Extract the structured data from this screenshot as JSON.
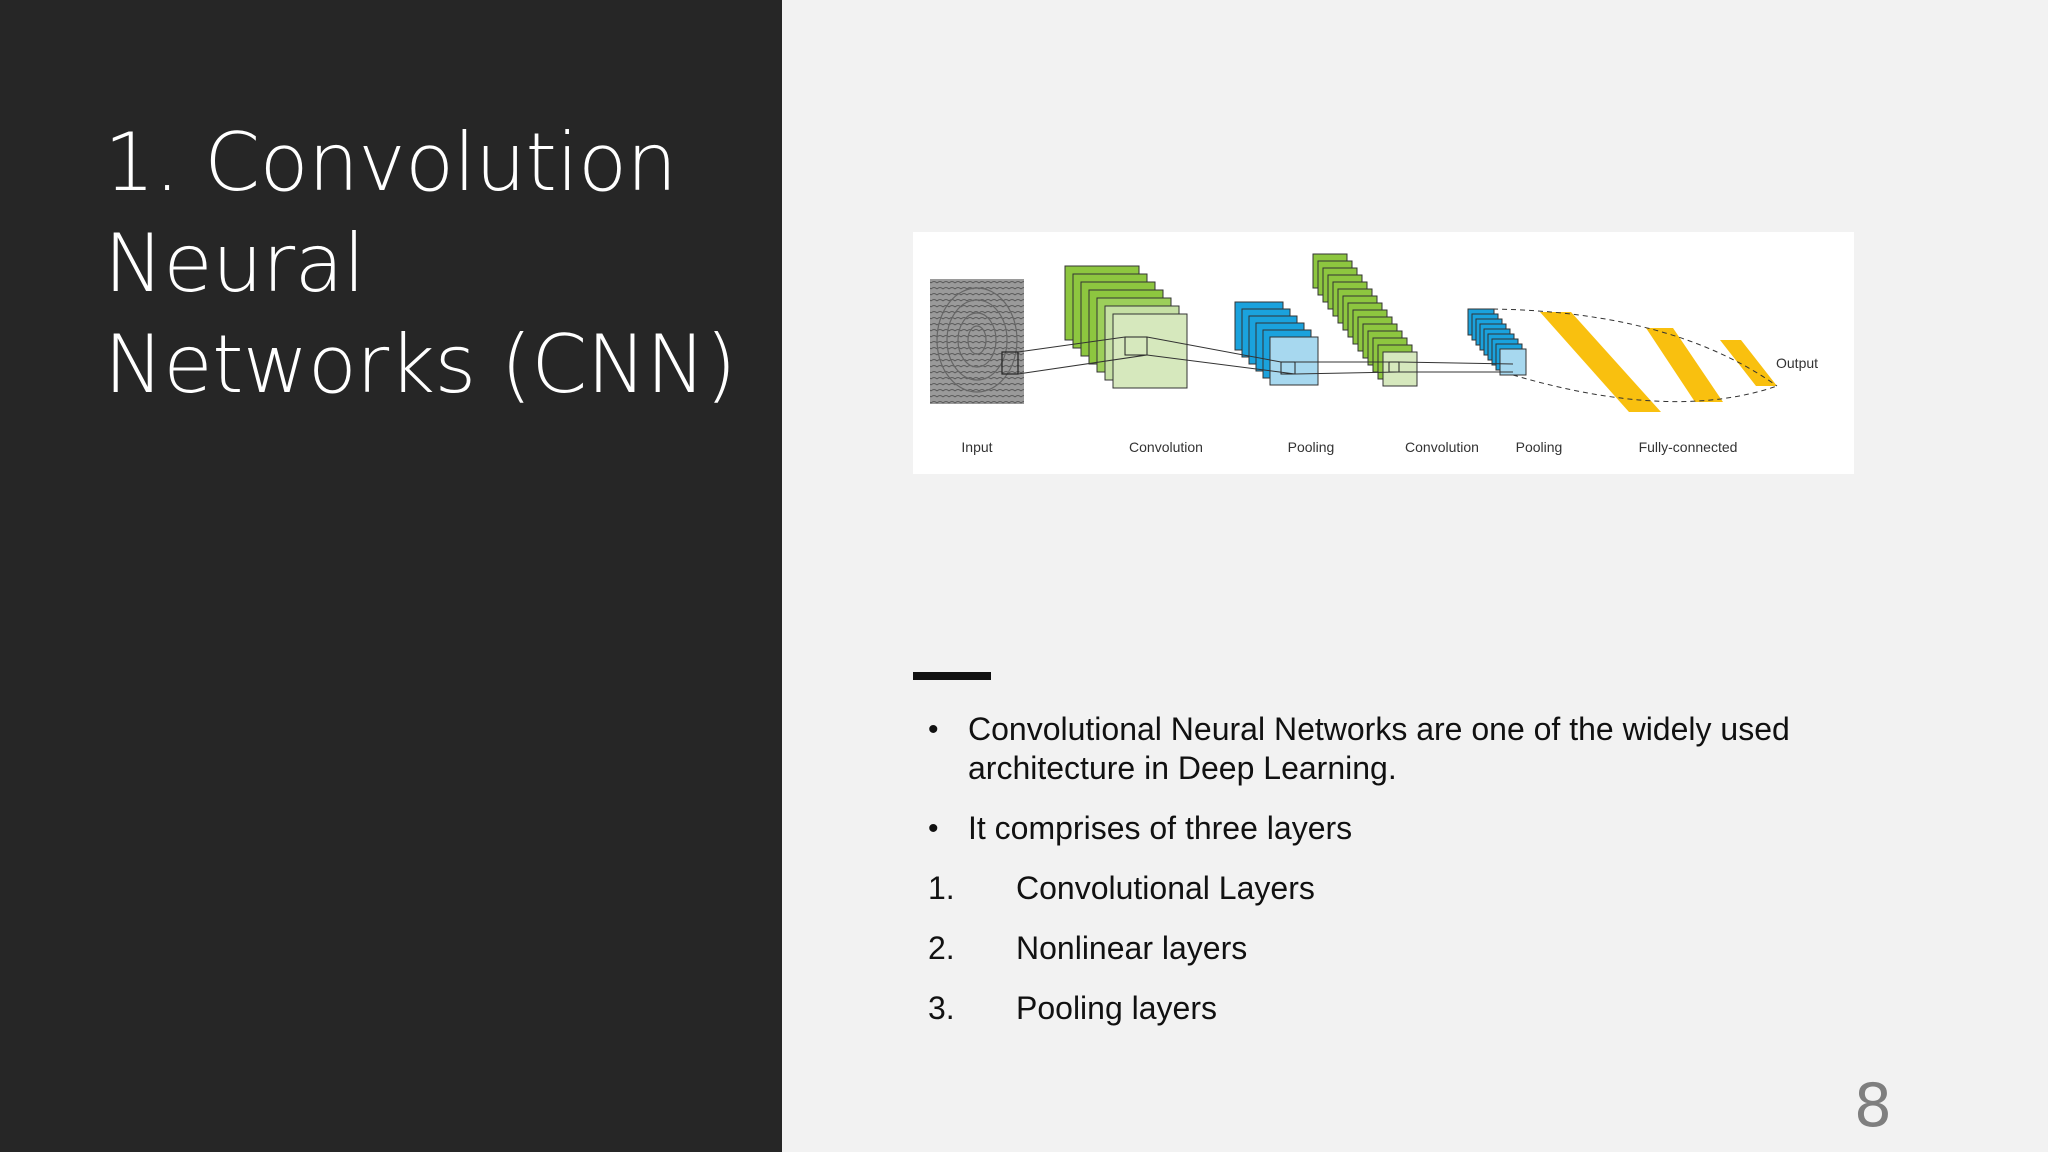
{
  "slide": {
    "title": "1. Convolution Neural Networks (CNN)",
    "page_number": "8"
  },
  "figure": {
    "labels": {
      "input": "Input",
      "convolution_1": "Convolution",
      "pooling_1": "Pooling",
      "convolution_2": "Convolution",
      "pooling_2": "Pooling",
      "fully_connected": "Fully-connected",
      "output": "Output"
    },
    "colors": {
      "convolution": "#8dc63f",
      "pooling": "#1aa2dd",
      "fully_connected": "#f9c00f"
    }
  },
  "content": {
    "bullets": [
      {
        "marker": "•",
        "text": "Convolutional Neural Networks are one of the widely used architecture in Deep Learning."
      },
      {
        "marker": "•",
        "text": "It comprises of three layers"
      }
    ],
    "numbered": [
      {
        "marker": "1.",
        "text": "Convolutional Layers"
      },
      {
        "marker": "2.",
        "text": "Nonlinear layers"
      },
      {
        "marker": "3.",
        "text": "Pooling layers"
      }
    ]
  }
}
